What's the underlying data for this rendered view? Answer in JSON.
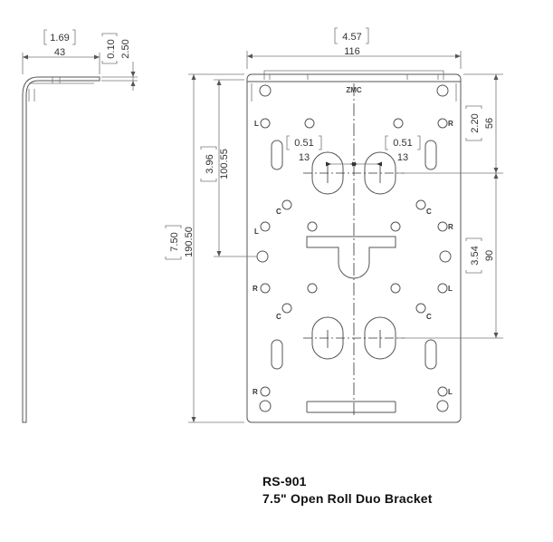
{
  "brand_mark": "ZMC",
  "dimensions": {
    "side_depth": {
      "inch": "1.69",
      "mm": "43"
    },
    "side_thickness": {
      "inch": "0.10",
      "mm": "2.50"
    },
    "overall_width": {
      "inch": "4.57",
      "mm": "116"
    },
    "overall_height": {
      "inch": "7.50",
      "mm": "190.50"
    },
    "upper_to_center": {
      "inch": "3.96",
      "mm": "100.55"
    },
    "slot_left": {
      "inch": "0.51",
      "mm": "13"
    },
    "slot_right": {
      "inch": "0.51",
      "mm": "13"
    },
    "top_to_slot": {
      "inch": "2.20",
      "mm": "56"
    },
    "slot_spacing": {
      "inch": "3.54",
      "mm": "90"
    }
  },
  "hole_labels": {
    "l": "L",
    "r": "R",
    "c": "C"
  },
  "caption": {
    "model": "RS-901",
    "description": "7.5\" Open Roll Duo Bracket"
  }
}
